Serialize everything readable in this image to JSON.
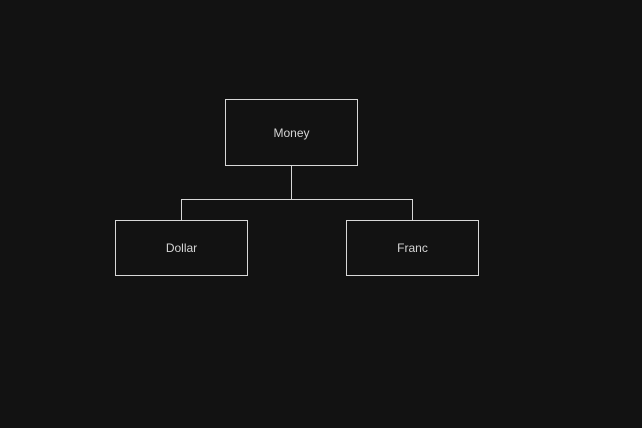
{
  "diagram": {
    "root": {
      "label": "Money"
    },
    "children": [
      {
        "label": "Dollar"
      },
      {
        "label": "Franc"
      }
    ]
  },
  "colors": {
    "background": "#121212",
    "stroke": "#d8d8d8",
    "text": "#d4d4d4"
  }
}
